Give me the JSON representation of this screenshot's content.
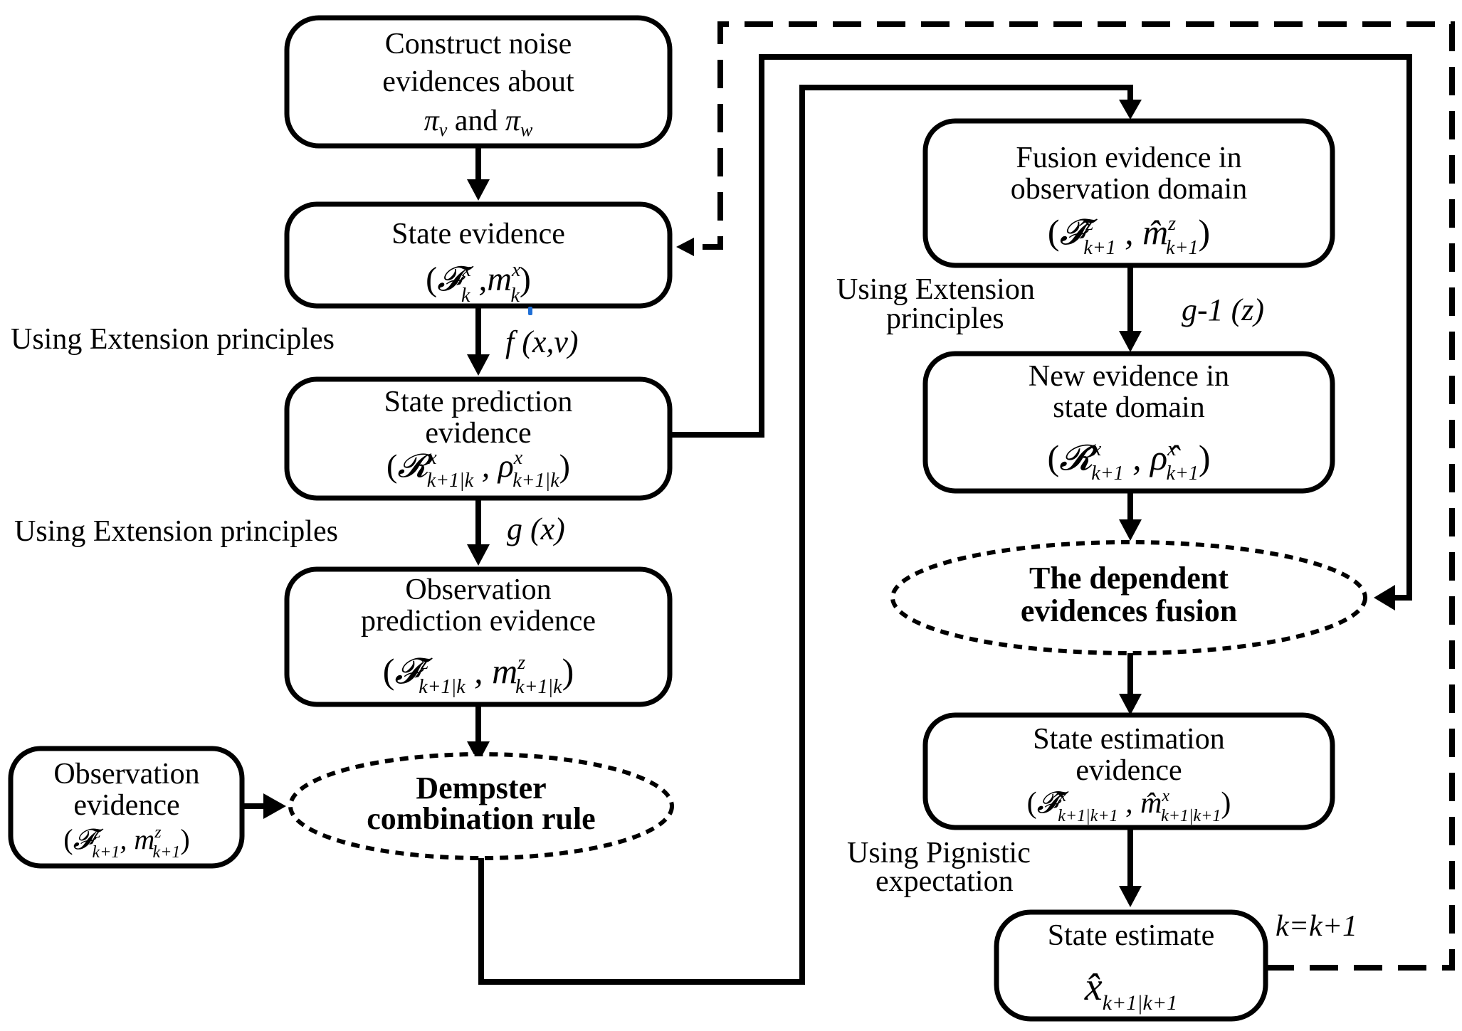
{
  "nodes": {
    "construct_noise": {
      "lines": [
        "Construct noise",
        "evidences about"
      ],
      "math": "πv and πw"
    },
    "state_evidence": {
      "lines": [
        "State evidence"
      ],
      "math": "(𝓕ₖˣ , mₖˣ)"
    },
    "state_prediction": {
      "lines": [
        "State prediction",
        "evidence"
      ],
      "math": "(𝓡ˣₖ₊₁|ₖ , ρˣₖ₊₁|ₖ)"
    },
    "observation_prediction": {
      "lines": [
        "Observation",
        "prediction evidence"
      ],
      "math": "(𝓕ᶻₖ₊₁|ₖ , mᶻₖ₊₁|ₖ)"
    },
    "observation_evidence": {
      "lines": [
        "Observation",
        "evidence"
      ],
      "math": "(𝓕ᶻₖ₊₁ , mᶻₖ₊₁)"
    },
    "dempster": {
      "lines": [
        "Dempster",
        "combination rule"
      ]
    },
    "fusion_observation": {
      "lines": [
        "Fusion evidence in",
        "observation domain"
      ],
      "math": "(𝓕̂ᶻₖ₊₁ , m̂ᶻₖ₊₁)"
    },
    "new_evidence": {
      "lines": [
        "New evidence in",
        "state domain"
      ],
      "math": "(𝓡̂ˣₖ₊₁ , ρ̂ˣₖ₊₁)"
    },
    "dependent_fusion": {
      "lines": [
        "The dependent",
        "evidences fusion"
      ]
    },
    "state_estimation_evidence": {
      "lines": [
        "State estimation",
        "evidence"
      ],
      "math": "(𝓕̂ˣₖ₊₁|ₖ₊₁ , m̂ˣₖ₊₁|ₖ₊₁)"
    },
    "state_estimate": {
      "lines": [
        "State estimate"
      ],
      "math": "x̂ₖ₊₁|ₖ₊₁"
    }
  },
  "edge_labels": {
    "using_ext_1": "Using Extension principles",
    "f_xv": "f (x,v)",
    "using_ext_2": "Using Extension principles",
    "g_x": "g (x)",
    "using_ext_3_line1": "Using Extension",
    "using_ext_3_line2": "principles",
    "g_inv": "g-1 (z)",
    "pignistic_line1": "Using Pignistic",
    "pignistic_line2": "expectation",
    "k_update": "k=k+1"
  }
}
